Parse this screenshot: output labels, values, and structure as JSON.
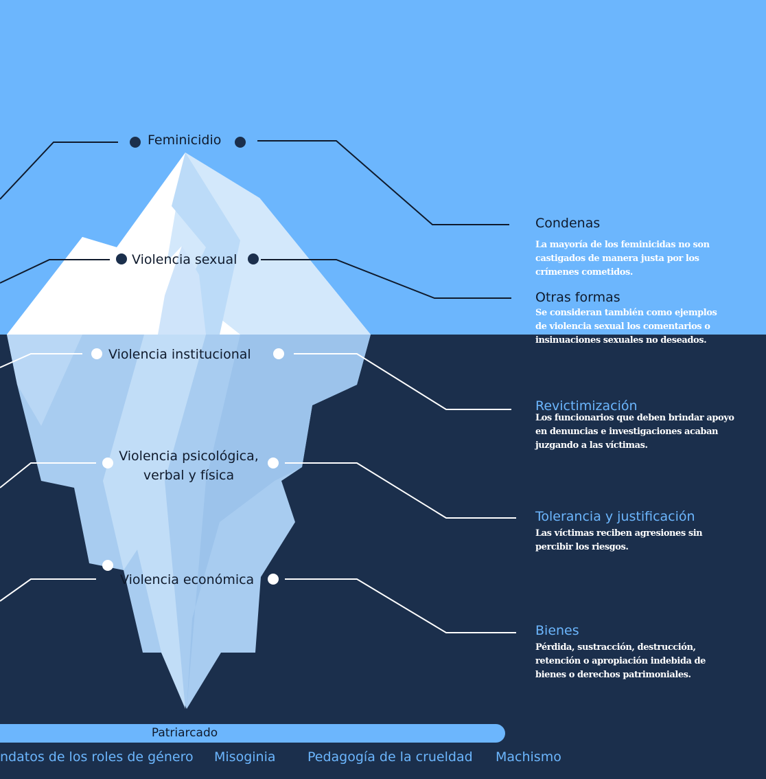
{
  "levels": [
    {
      "label": "Feminicidio",
      "heading": "Condenas",
      "description": "La mayoría de los feminicidas no son castigados de manera justa por los crímenes cometidos."
    },
    {
      "label": "Violencia sexual",
      "heading": "Otras formas",
      "description": "Se consideran también como ejemplos de violencia sexual los comentarios o insinuaciones sexuales no deseados."
    },
    {
      "label": "Violencia institucional",
      "heading": "Revictimización",
      "description": "Los funcionarios que deben brindar apoyo en denuncias e investigaciones acaban juzgando a las víctimas."
    },
    {
      "label": "Violencia psicológica, verbal y física",
      "heading": "Tolerancia y justificación",
      "description": "Las víctimas reciben agresiones sin percibir los riesgos."
    },
    {
      "label": "Violencia económica",
      "heading": "Bienes",
      "description": "Pérdida, sustracción, destrucción, retención o apropiación indebida de bienes o derechos patrimoniales."
    }
  ],
  "base": {
    "label": "Patriarcado",
    "roots": [
      "ndatos de los roles de género",
      "Misoginia",
      "Pedagogía de la crueldad",
      "Machismo"
    ]
  },
  "colors": {
    "sky": "#6cb6fd",
    "sea": "#1b2f4c",
    "ice_above": "#ffffff",
    "ice_below": "#a8ccf0",
    "accent_text": "#6cb6fd",
    "dark_text": "#0f1a2c"
  }
}
